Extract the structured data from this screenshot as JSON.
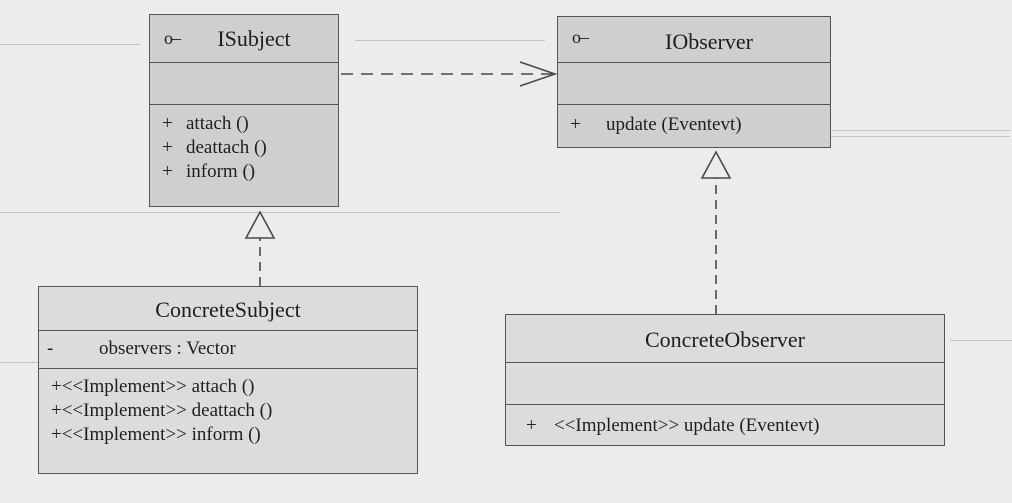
{
  "diagram": {
    "isubject": {
      "marker": "o–",
      "name": "ISubject",
      "methods": [
        {
          "vis": "+",
          "text": "attach ()"
        },
        {
          "vis": "+",
          "text": "deattach ()"
        },
        {
          "vis": "+",
          "text": "inform ()"
        }
      ]
    },
    "iobserver": {
      "marker": "o–",
      "name": "IObserver",
      "methods": [
        {
          "vis": "+",
          "text": "update (Eventevt)"
        }
      ]
    },
    "concrete_subject": {
      "name": "ConcreteSubject",
      "attributes": [
        {
          "vis": "-",
          "text": "observers : Vector"
        }
      ],
      "methods": [
        {
          "vis": "",
          "text": "+<<Implement>> attach ()"
        },
        {
          "vis": "",
          "text": "+<<Implement>> deattach ()"
        },
        {
          "vis": "",
          "text": "+<<Implement>> inform ()"
        }
      ]
    },
    "concrete_observer": {
      "name": "ConcreteObserver",
      "methods": [
        {
          "vis": "+",
          "text": "<<Implement>> update (Eventevt)"
        }
      ]
    }
  }
}
